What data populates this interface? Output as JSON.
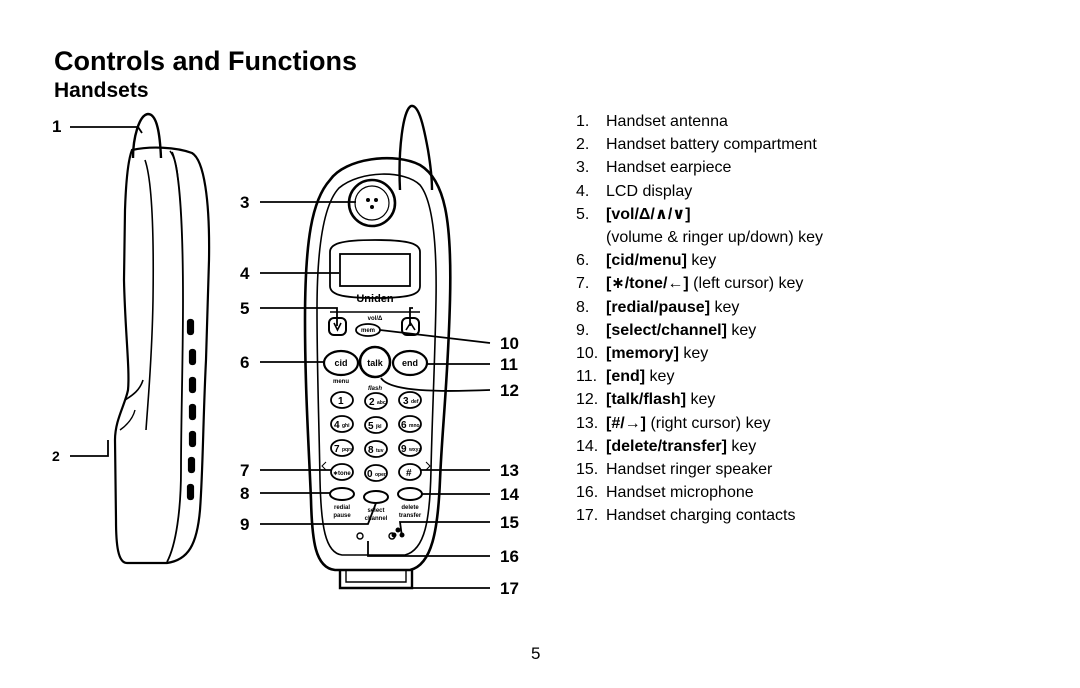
{
  "page": {
    "title": "Controls and Functions",
    "subtitle": "Handsets",
    "page_number": "5"
  },
  "figure": {
    "callouts": [
      "1",
      "2",
      "3",
      "4",
      "5",
      "6",
      "7",
      "8",
      "9",
      "10",
      "11",
      "12",
      "13",
      "14",
      "15",
      "16",
      "17"
    ],
    "phone_brand": "Uniden",
    "key_labels": {
      "vol": "vol/Δ",
      "mem": "mem",
      "cid": "cid",
      "talk": "talk",
      "end": "end",
      "menu": "menu",
      "flash": "flash",
      "k1": "1",
      "k2": "2",
      "k2s": "abc",
      "k3": "3",
      "k3s": "def",
      "k4": "4",
      "k4s": "ghi",
      "k5": "5",
      "k5s": "jkl",
      "k6": "6",
      "k6s": "mno",
      "k7": "7",
      "k7s": "pqrs",
      "k8": "8",
      "k8s": "tuv",
      "k9": "9",
      "k9s": "wxyz",
      "kstar": "∗tone",
      "k0": "0",
      "k0s": "oper",
      "khash": "#",
      "redial": "redial",
      "pause": "pause",
      "select": "select",
      "channel": "channel",
      "delete": "delete",
      "transfer": "transfer"
    }
  },
  "parts": [
    {
      "num": "1.",
      "pre": "",
      "key": "",
      "post": "Handset antenna"
    },
    {
      "num": "2.",
      "pre": "",
      "key": "",
      "post": "Handset battery compartment"
    },
    {
      "num": "3.",
      "pre": "",
      "key": "",
      "post": "Handset earpiece"
    },
    {
      "num": "4.",
      "pre": "",
      "key": "",
      "post": "LCD display"
    },
    {
      "num": "5.",
      "pre": "",
      "key": "[vol/Δ/∧/∨]",
      "post": "",
      "sub": "(volume & ringer up/down) key"
    },
    {
      "num": "6.",
      "pre": "",
      "key": "[cid/menu]",
      "post": " key"
    },
    {
      "num": "7.",
      "pre": "",
      "key": "[∗/tone/←]",
      "post": " (left cursor) key"
    },
    {
      "num": "8.",
      "pre": "",
      "key": "[redial/pause]",
      "post": " key"
    },
    {
      "num": "9.",
      "pre": "",
      "key": "[select/channel]",
      "post": " key"
    },
    {
      "num": "10.",
      "pre": "",
      "key": "[memory]",
      "post": " key"
    },
    {
      "num": "11.",
      "pre": "",
      "key": "[end]",
      "post": " key"
    },
    {
      "num": "12.",
      "pre": "",
      "key": "[talk/flash]",
      "post": " key"
    },
    {
      "num": "13.",
      "pre": "",
      "key": "[#/→]",
      "post": " (right cursor) key"
    },
    {
      "num": "14.",
      "pre": "",
      "key": "[delete/transfer]",
      "post": " key"
    },
    {
      "num": "15.",
      "pre": "",
      "key": "",
      "post": "Handset ringer speaker"
    },
    {
      "num": "16.",
      "pre": "",
      "key": "",
      "post": "Handset microphone"
    },
    {
      "num": "17.",
      "pre": "",
      "key": "",
      "post": "Handset charging contacts"
    }
  ]
}
